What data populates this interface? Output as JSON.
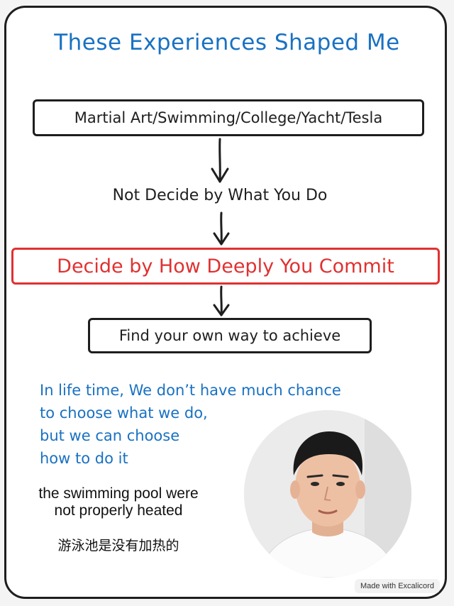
{
  "title": "These Experiences Shaped Me",
  "flow": {
    "box1": "Martial Art/Swimming/College/Yacht/Tesla",
    "step_plain": "Not Decide by What You Do",
    "box_highlight": "Decide by How Deeply You Commit",
    "box3": "Find your own way to achieve"
  },
  "quote": [
    "In life time, We don’t have much chance",
    "to choose what we do,",
    "but we can choose",
    "how to do it"
  ],
  "subtitle": {
    "en_line1": "the swimming pool were",
    "en_line2": "not properly heated",
    "zh": "游泳池是没有加热的"
  },
  "watermark": "Made with Excalicord",
  "colors": {
    "title_blue": "#1971c2",
    "highlight_red": "#e03131",
    "ink": "#1e1e1e"
  },
  "icons": {
    "arrow": "down-arrow-icon",
    "video": "speaker-video-avatar"
  }
}
